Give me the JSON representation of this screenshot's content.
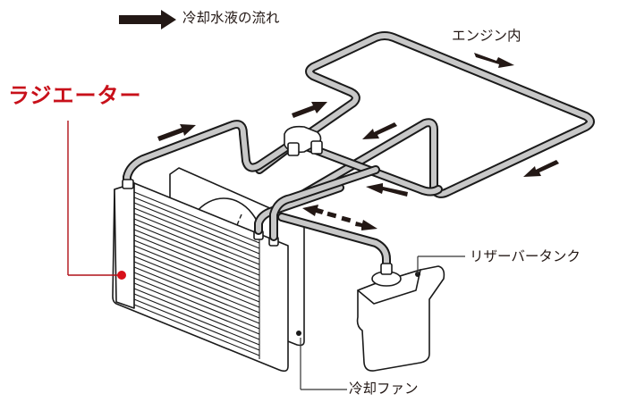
{
  "legend": {
    "icon": "flow-arrow-icon",
    "text": "冷却水液の流れ"
  },
  "labels": {
    "radiator": "ラジエーター",
    "engine": "エンジン内",
    "reservoir_tank": "リザーバータンク",
    "cooling_fan": "冷却ファン"
  },
  "colors": {
    "highlight_red": "#c8101a",
    "arrow": "#231815",
    "pipe_fill": "#c8c8c8",
    "outline": "#1a1a1a"
  },
  "flow_arrows": [
    {
      "name": "flow-arrow-radiator-outlet",
      "direction": "up-right"
    },
    {
      "name": "flow-arrow-to-engine",
      "direction": "up-right"
    },
    {
      "name": "flow-arrow-engine-top",
      "direction": "down-right"
    },
    {
      "name": "flow-arrow-engine-right",
      "direction": "down-left"
    },
    {
      "name": "flow-arrow-engine-return",
      "direction": "down-left"
    },
    {
      "name": "flow-arrow-return-lower",
      "direction": "left"
    },
    {
      "name": "flow-arrow-reservoir-bidirectional",
      "direction": "both"
    }
  ]
}
